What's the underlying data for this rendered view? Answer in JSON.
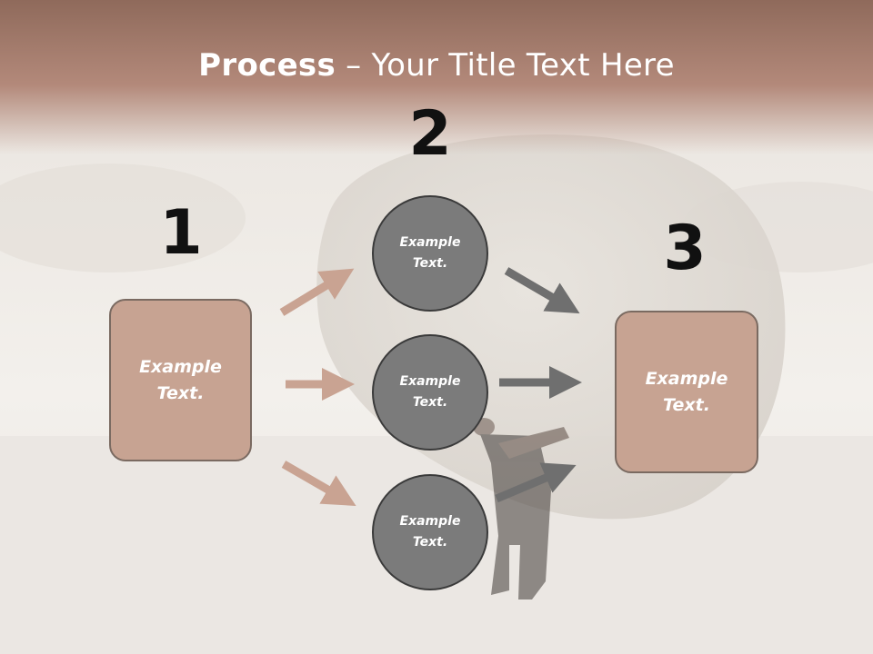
{
  "slide": {
    "title_bold": "Process",
    "title_rest": " – Your Title Text Here"
  },
  "steps": {
    "one": {
      "number": "1",
      "text": "Example Text."
    },
    "two": {
      "number": "2",
      "items": [
        {
          "text": "Example Text."
        },
        {
          "text": "Example Text."
        },
        {
          "text": "Example Text."
        }
      ]
    },
    "three": {
      "number": "3",
      "text": "Example Text."
    }
  },
  "colors": {
    "header_band": "#a67c6a",
    "box_fill": "#c7a392",
    "circle_fill": "#7b7b7b",
    "arrow_left": "#c9a392",
    "arrow_right": "#6f6f6f"
  }
}
